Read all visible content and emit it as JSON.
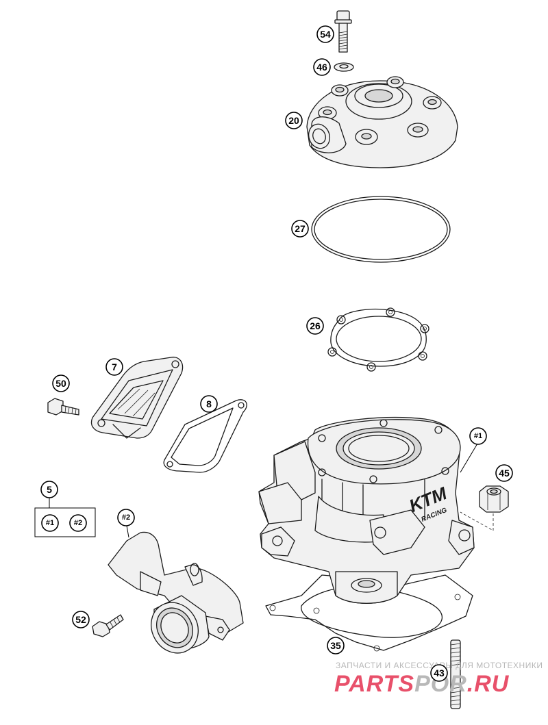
{
  "callouts": {
    "c54": "54",
    "c46": "46",
    "c20": "20",
    "c27": "27",
    "c26": "26",
    "c7": "7",
    "c50": "50",
    "c8": "8",
    "c5": "5",
    "c5a": "#1",
    "c5b": "#2",
    "c_h1": "#1",
    "c45": "45",
    "c_h2": "#2",
    "c52": "52",
    "c35": "35",
    "c43": "43"
  },
  "cylinder_brand": "KTM",
  "cylinder_sub": "RACING",
  "watermark": {
    "tagline": "ЗАПЧАСТИ И АКСЕССУАРЫ ДЛЯ МОТОТЕХНИКИ",
    "part1": "PARTS",
    "part2": "POR",
    "part3": ".RU",
    "color_red": "#e8506a",
    "color_grey": "#b8b8b8"
  }
}
